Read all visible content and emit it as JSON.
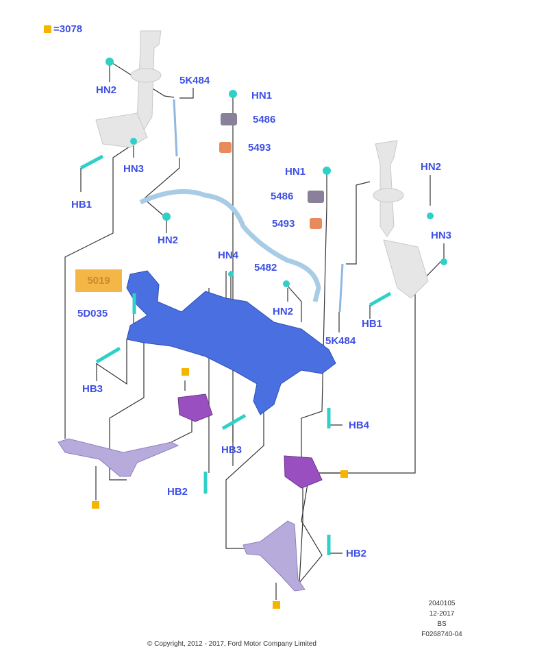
{
  "legend": {
    "symbol_color": "#f5b400",
    "text": "=3078"
  },
  "labels": {
    "hn2_a": "HN2",
    "k484_a": "5K484",
    "hn1_a": "HN1",
    "p5486_a": "5486",
    "p5493_a": "5493",
    "hn3_a": "HN3",
    "hb1_a": "HB1",
    "hn1_b": "HN1",
    "hn2_b": "HN2",
    "p5486_b": "5486",
    "p5493_b": "5493",
    "hn2_c": "HN2",
    "hn3_b": "HN3",
    "hn4": "HN4",
    "p5482": "5482",
    "p5019": "5019",
    "hn2_d": "HN2",
    "p5d035": "5D035",
    "hb1_b": "HB1",
    "k484_b": "5K484",
    "hb3_a": "HB3",
    "hb4": "HB4",
    "hb3_b": "HB3",
    "hb2_a": "HB2",
    "hb2_b": "HB2"
  },
  "footer": {
    "copyright": "© Copyright, 2012 - 2017, Ford Motor Company Limited",
    "code": "2040105",
    "date": "12-2017",
    "initials": "BS",
    "figure": "F0268740-04"
  },
  "colors": {
    "label": "#3d4fe6",
    "subframe": "#4a6fe0",
    "arm": "#a99ad6",
    "bolt": "#2fd0c8",
    "marker": "#f5b400"
  }
}
